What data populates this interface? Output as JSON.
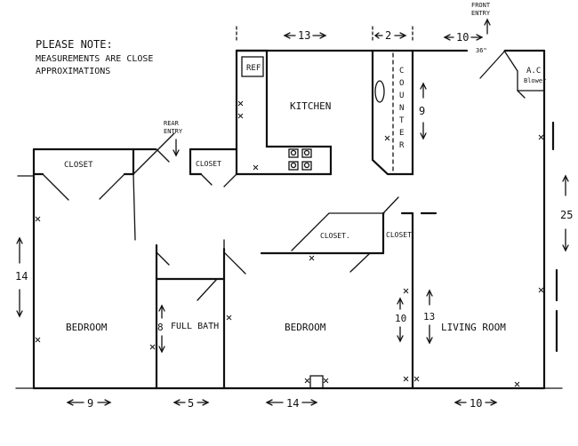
{
  "note": {
    "line1": "PLEASE NOTE:",
    "line2": "MEASUREMENTS ARE CLOSE",
    "line3": "APPROXIMATIONS"
  },
  "labels": {
    "front_entry_1": "FRONT",
    "front_entry_2": "ENTRY",
    "rear_entry_1": "REAR",
    "rear_entry_2": "ENTRY",
    "kitchen": "KITCHEN",
    "ref": "REF",
    "counter": [
      "C",
      "O",
      "U",
      "N",
      "T",
      "E",
      "R"
    ],
    "ac_1": "A.C",
    "ac_2": "Blower",
    "closet_left": "CLOSET",
    "closet_mid": "CLOSET",
    "closet_center": "CLOSET.",
    "closet_right": "CLOSET",
    "bedroom_left": "BEDROOM",
    "full_bath": "FULL BATH",
    "bedroom_center": "BEDROOM",
    "living_room": "LIVING ROOM",
    "door_36": "36\""
  },
  "dims": {
    "top_13": "13",
    "top_2": "2",
    "top_10": "10",
    "counter_9": "9",
    "left_14": "14",
    "bath_8": "8",
    "closet_10": "10",
    "living_13": "13",
    "right_25": "25",
    "bottom_9": "9",
    "bottom_5": "5",
    "bottom_14": "14",
    "bottom_10": "10"
  }
}
